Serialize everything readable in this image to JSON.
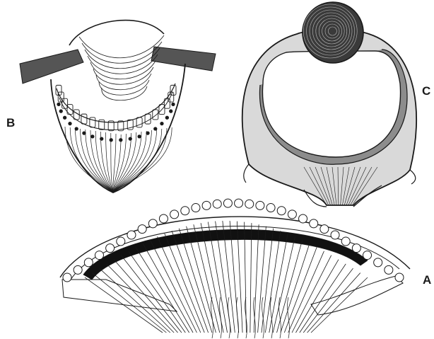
{
  "labels": {
    "b": "B",
    "c": "C",
    "a": "A"
  },
  "colors": {
    "ink": "#1a1a1a",
    "paper": "#ffffff"
  }
}
